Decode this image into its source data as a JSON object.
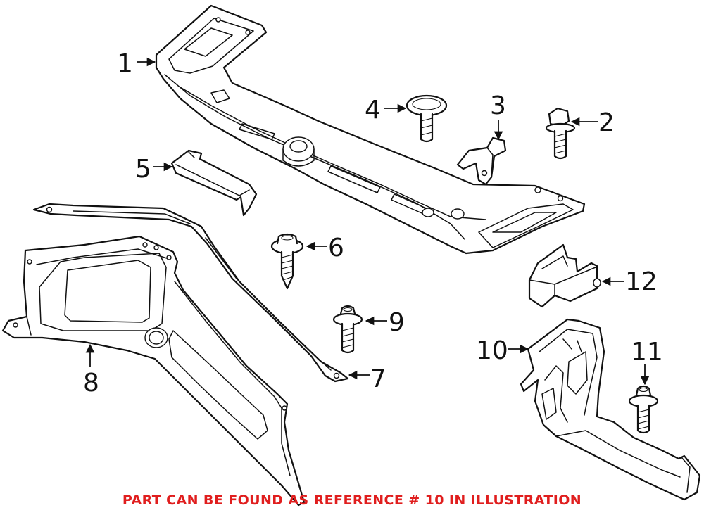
{
  "callouts": [
    {
      "number": "1"
    },
    {
      "number": "2"
    },
    {
      "number": "3"
    },
    {
      "number": "4"
    },
    {
      "number": "5"
    },
    {
      "number": "6"
    },
    {
      "number": "7"
    },
    {
      "number": "8"
    },
    {
      "number": "9"
    },
    {
      "number": "10"
    },
    {
      "number": "11"
    },
    {
      "number": "12"
    }
  ],
  "footer": {
    "note": "PART CAN BE FOUND AS REFERENCE # 10 IN ILLUSTRATION",
    "color": "#e01e1e"
  },
  "colors": {
    "line": "#111111",
    "background": "#ffffff"
  }
}
